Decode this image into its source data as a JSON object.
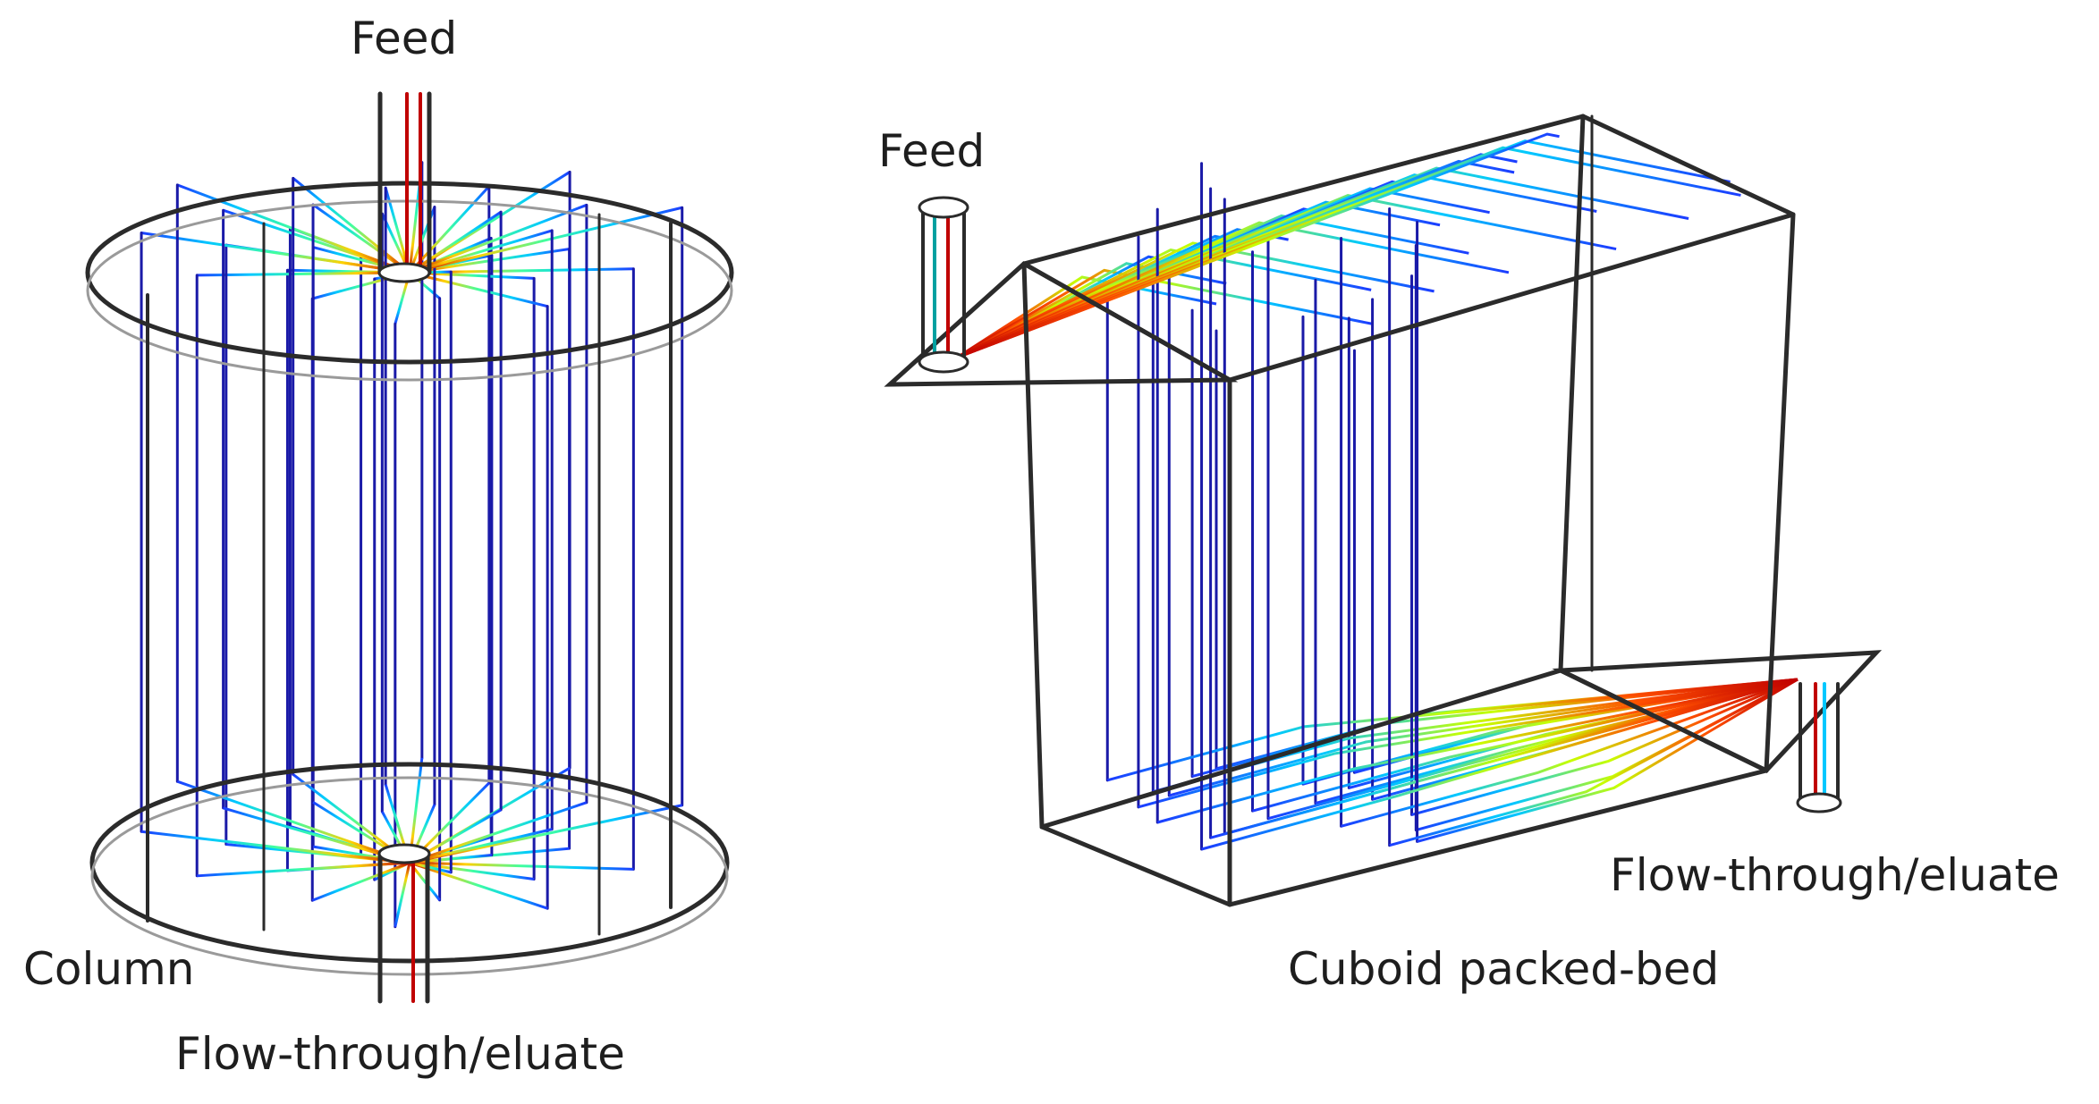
{
  "labels": {
    "column_feed": "Feed",
    "column": "Column",
    "column_outlet": "Flow-through/eluate",
    "cuboid_feed": "Feed",
    "cuboid_outlet": "Flow-through/eluate",
    "cuboid": "Cuboid packed-bed"
  },
  "colors": {
    "frame": "#2b2b2b",
    "streamline_blue": "#1a1aa8",
    "streamline_scale": [
      "#00008b",
      "#1c3cff",
      "#00c8ff",
      "#40ffa0",
      "#c8ff00",
      "#ffd000",
      "#ff5000",
      "#c00000"
    ]
  }
}
